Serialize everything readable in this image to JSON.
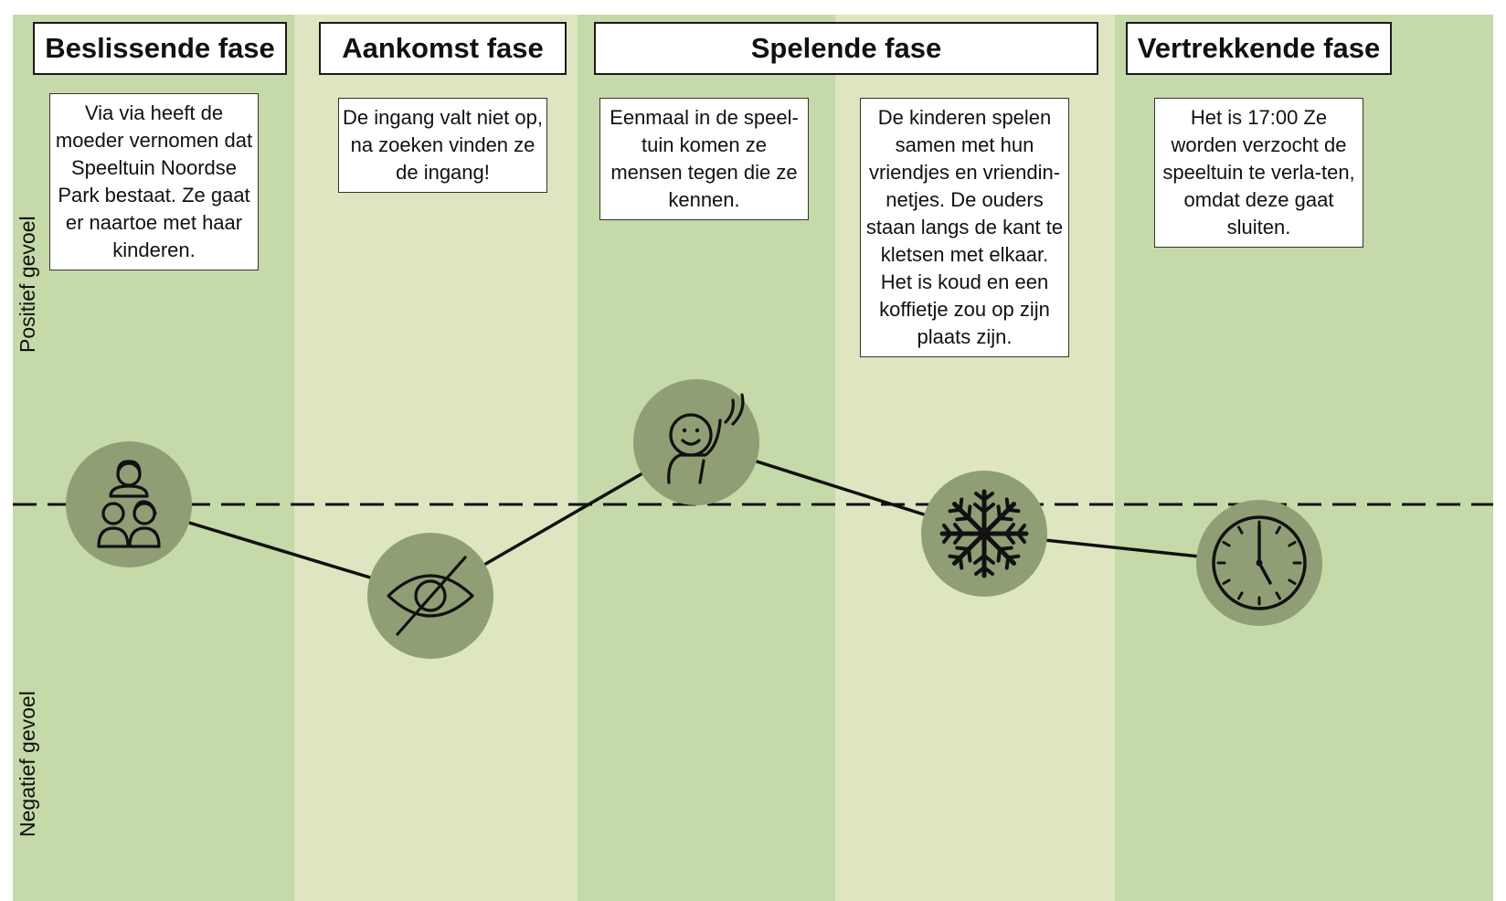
{
  "phases": [
    {
      "title": "Beslissende fase"
    },
    {
      "title": "Aankomst fase"
    },
    {
      "title": "Spelende fase"
    },
    {
      "title": "Vertrekkende fase"
    }
  ],
  "axis": {
    "positive": "Positief gevoel",
    "negative": "Negatief gevoel"
  },
  "steps": [
    {
      "text": "Via via heeft de moeder vernomen dat Speeltuin Noordse Park bestaat. Ze gaat er naartoe met haar kinderen.",
      "icon": "family-icon",
      "feeling": 0.0
    },
    {
      "text": "De ingang valt niet op, na zoeken vinden ze de ingang!",
      "icon": "eye-slash-icon",
      "feeling": -0.25
    },
    {
      "text": "Eenmaal in de speel-tuin komen ze mensen tegen die ze kennen.",
      "icon": "waving-person-icon",
      "feeling": 0.17
    },
    {
      "text": "De kinderen spelen samen met hun vriendjes en vriendin-netjes. De ouders staan langs de kant te kletsen met elkaar. Het is koud en een koffietje zou op zijn plaats zijn.",
      "icon": "snowflake-icon",
      "feeling": -0.08
    },
    {
      "text": "Het is 17:00 Ze worden verzocht de speeltuin te verla-ten, omdat deze gaat sluiten.",
      "icon": "clock-icon",
      "feeling": -0.16
    }
  ],
  "colors": {
    "band_dark": "#c5daa8",
    "band_light": "#dde6c1",
    "icon_circle": "#8f9e74",
    "line": "#111111"
  }
}
